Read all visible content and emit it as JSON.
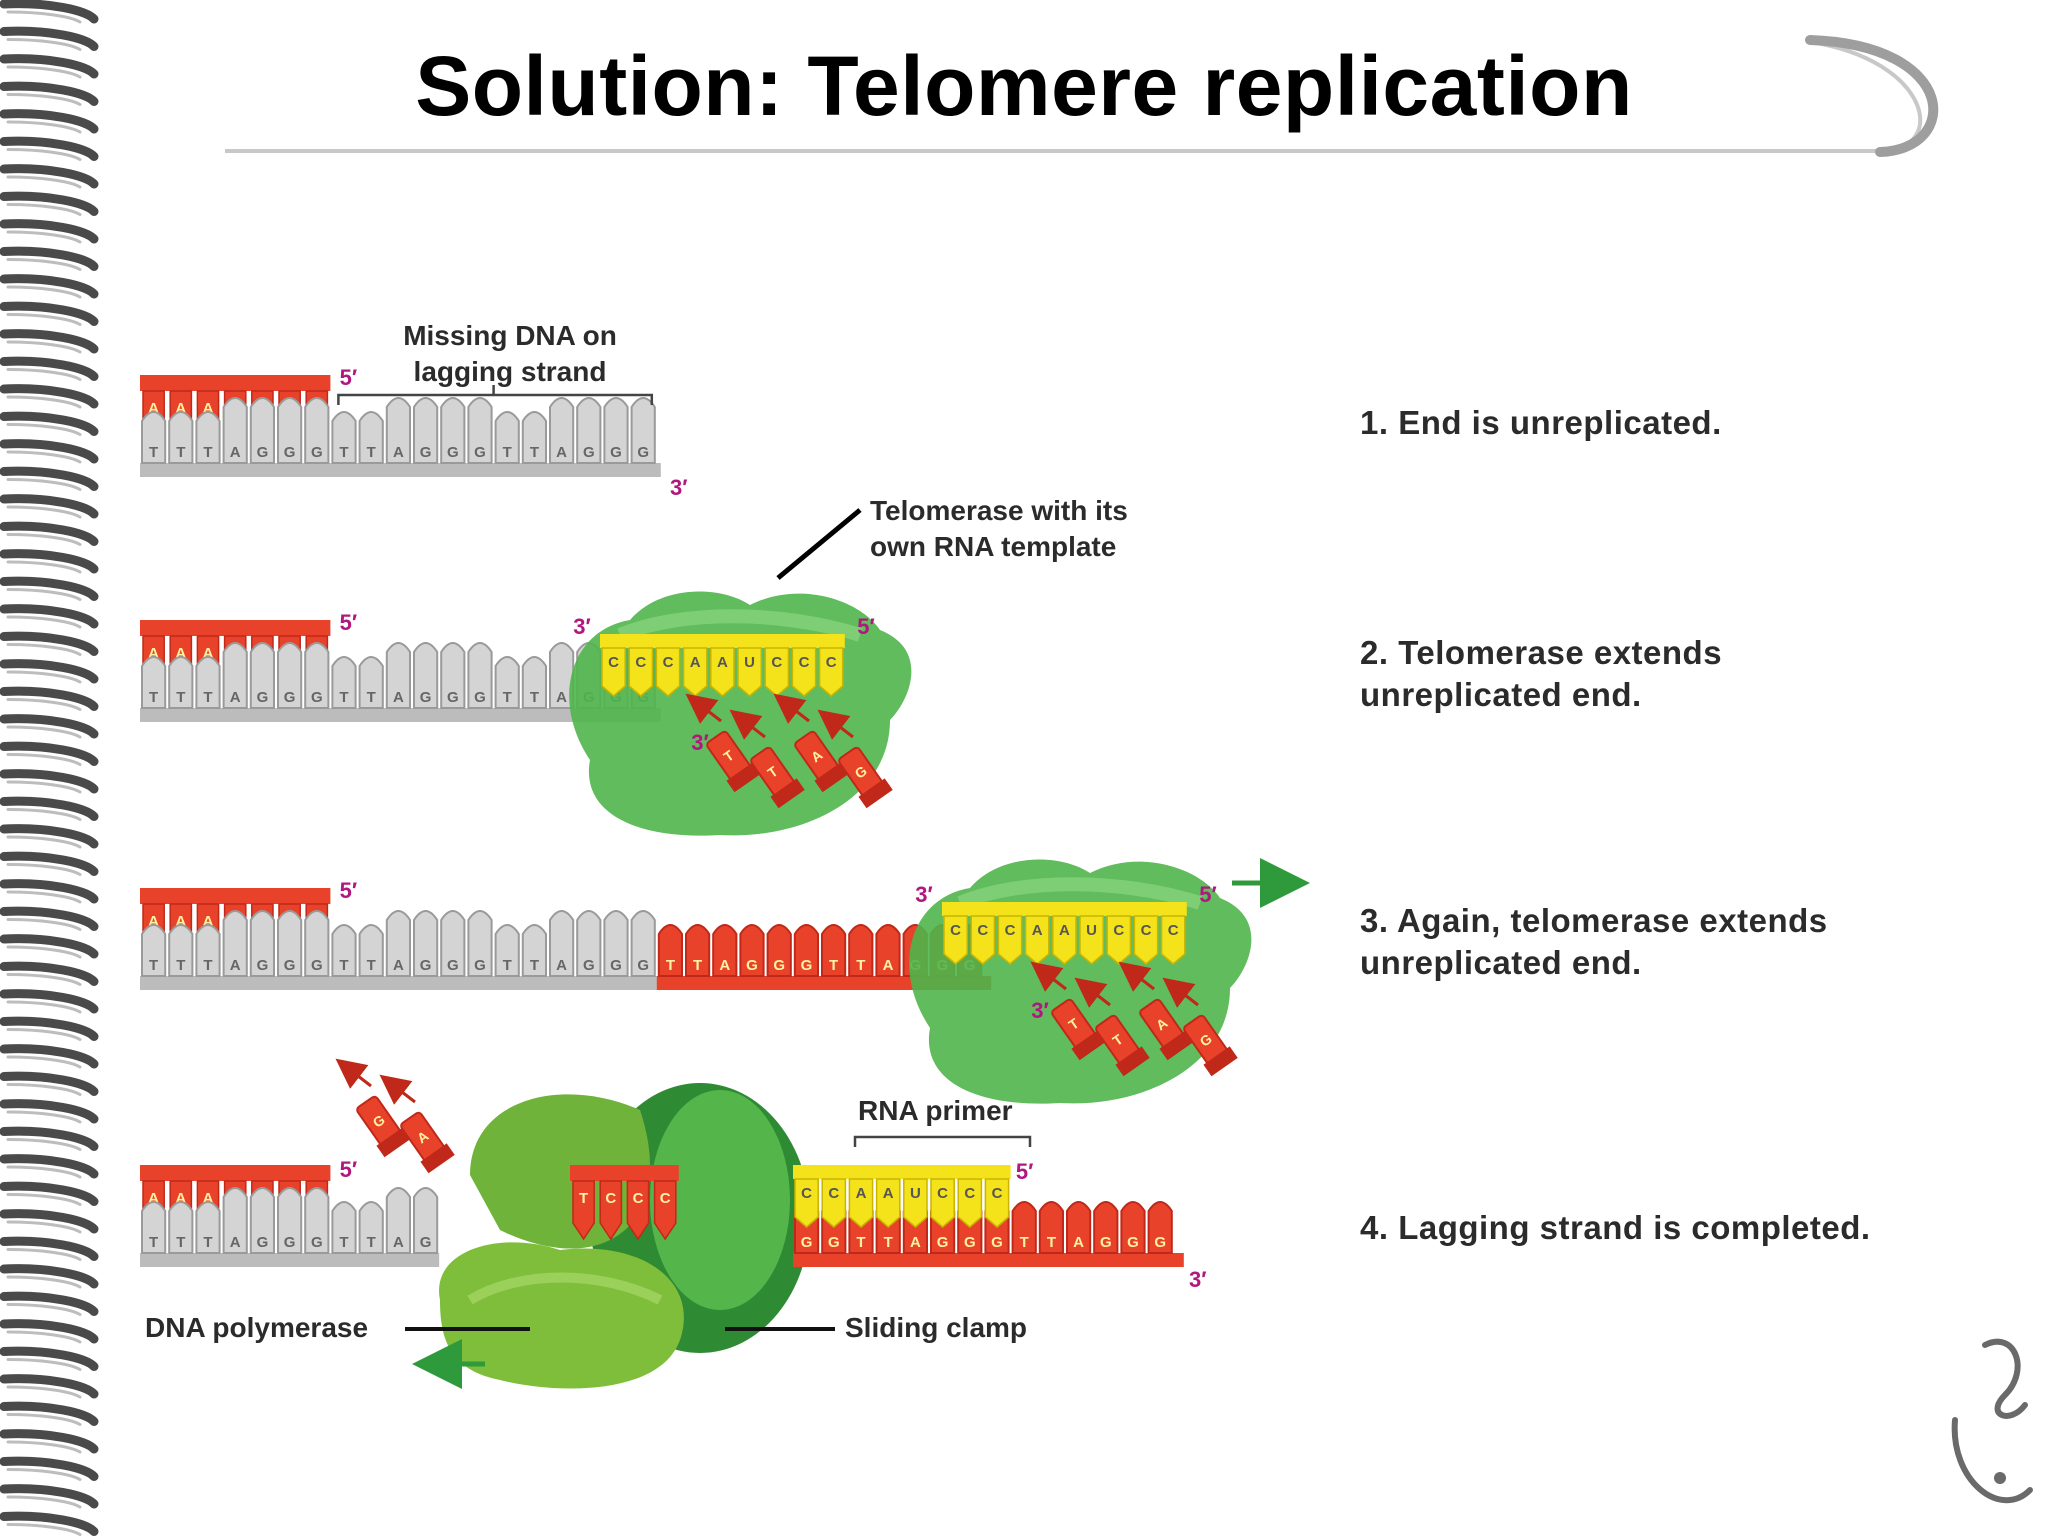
{
  "slide": {
    "title": "Solution: Telomere replication"
  },
  "annotations": {
    "missing_dna": [
      "Missing DNA on",
      "lagging strand"
    ],
    "telomerase": [
      "Telomerase with its",
      "own RNA template"
    ],
    "rna_primer": "RNA primer",
    "dna_polymerase": "DNA polymerase",
    "sliding_clamp": "Sliding clamp",
    "five_prime": "5′",
    "three_prime": "3′"
  },
  "steps": [
    {
      "lines": [
        "1. End is unreplicated."
      ]
    },
    {
      "lines": [
        "2. Telomerase extends",
        "unreplicated end."
      ]
    },
    {
      "lines": [
        "3. Again, telomerase extends",
        "unreplicated end."
      ]
    },
    {
      "lines": [
        "4. Lagging strand is completed."
      ]
    }
  ],
  "sequences": {
    "upper_strand": "AAATCCC",
    "lower_strand": "TTTAGGGTTAGGGTTAGGG",
    "lower_extension": "TTAGGGTTAGGG",
    "rna_template": "CCCAAUCCC",
    "incoming_nucleotides": "TTAG",
    "pol_incoming": "GA",
    "pol_upper": "TCCC",
    "pol_lower": "TTTAGGGTTAG",
    "rna_primer_seq": "CCAAUCCC",
    "panel4_lower_right": "GGTTAGGGTTAGGG"
  },
  "colors": {
    "dna_red": "#e8432a",
    "dna_dark_red": "#c0281a",
    "dna_gray": "#cfcfcf",
    "rna_yellow": "#f4e21a",
    "enzyme_green": "#4fb54a",
    "label_magenta": "#b0177f",
    "arrow_green": "#2e9a3c"
  }
}
